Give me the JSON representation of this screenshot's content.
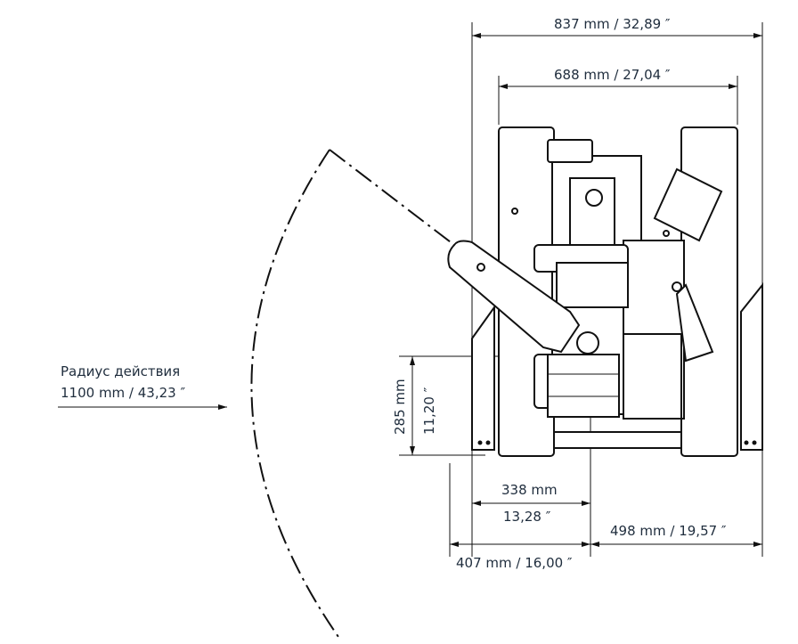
{
  "dimensions": {
    "overall_width": "837 mm / 32,89 ″",
    "track_width": "688 mm / 27,04 ″",
    "height_mm": "285 mm",
    "height_in": "11,20 ″",
    "offset_mm": "338 mm",
    "offset_in": "13,28 ″",
    "right_width": "498 mm / 19,57 ″",
    "left_width": "407 mm / 16,00 ″"
  },
  "radius": {
    "label": "Радиус действия",
    "value": "1100 mm / 43,23 ″"
  }
}
